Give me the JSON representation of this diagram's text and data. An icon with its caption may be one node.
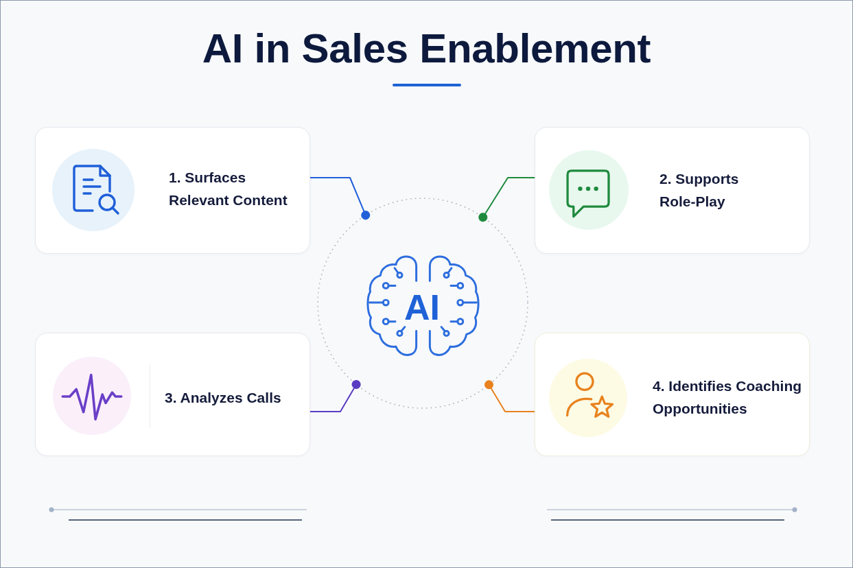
{
  "diagram": {
    "title": "AI in Sales Enablement",
    "nodes": [
      {
        "text": [
          "1. Surfaces Relevant Content"
        ]
      },
      {
        "text": [
          "2. Supports Role-Play"
        ]
      },
      {
        "text": [
          "AI"
        ]
      },
      {
        "text": [
          "3. Analyzes Calls"
        ]
      },
      {
        "text": [
          "4. Identifies Coaching Opportunities"
        ]
      }
    ],
    "edges": [
      {
        "from": 0,
        "to": 2,
        "arrow": "other",
        "color": "#2160d8"
      },
      {
        "from": 1,
        "to": 2,
        "arrow": "other",
        "color": "#1f8a3d"
      },
      {
        "from": 3,
        "to": 2,
        "arrow": "other",
        "color": "#5a3cc2"
      },
      {
        "from": 4,
        "to": 2,
        "arrow": "other",
        "color": "#e8821e"
      }
    ]
  }
}
